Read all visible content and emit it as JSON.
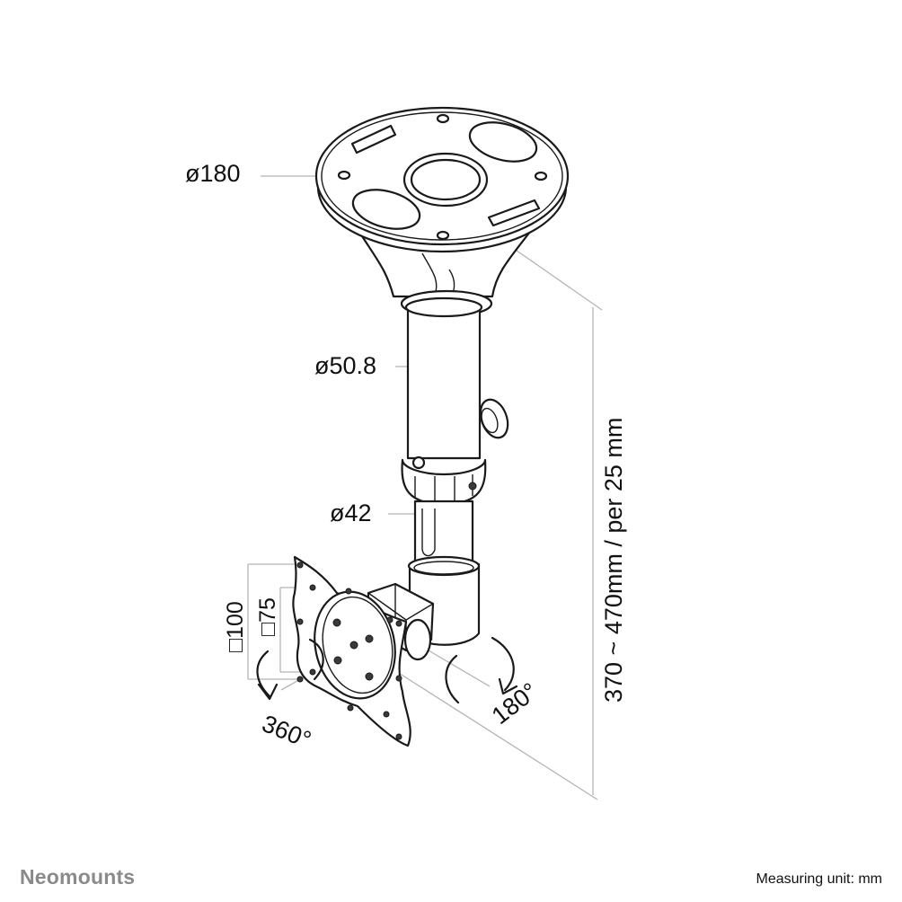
{
  "diagram": {
    "title": "Ceiling monitor mount dimensional drawing",
    "labels": {
      "ceiling_plate_diameter": "ø180",
      "upper_tube_diameter": "ø50.8",
      "lower_tube_diameter": "ø42",
      "height_range": "370 ~ 470mm / per 25 mm",
      "vesa_large": "□100",
      "vesa_small": "□75",
      "rotation": "360°",
      "tilt": "180°"
    },
    "colors": {
      "line": "#1a1a1a",
      "dimension_line": "#b5b5b5",
      "brand": "#8a8a8a"
    }
  },
  "footer": {
    "brand": "Neomounts",
    "measuring_unit": "Measuring unit: mm"
  }
}
